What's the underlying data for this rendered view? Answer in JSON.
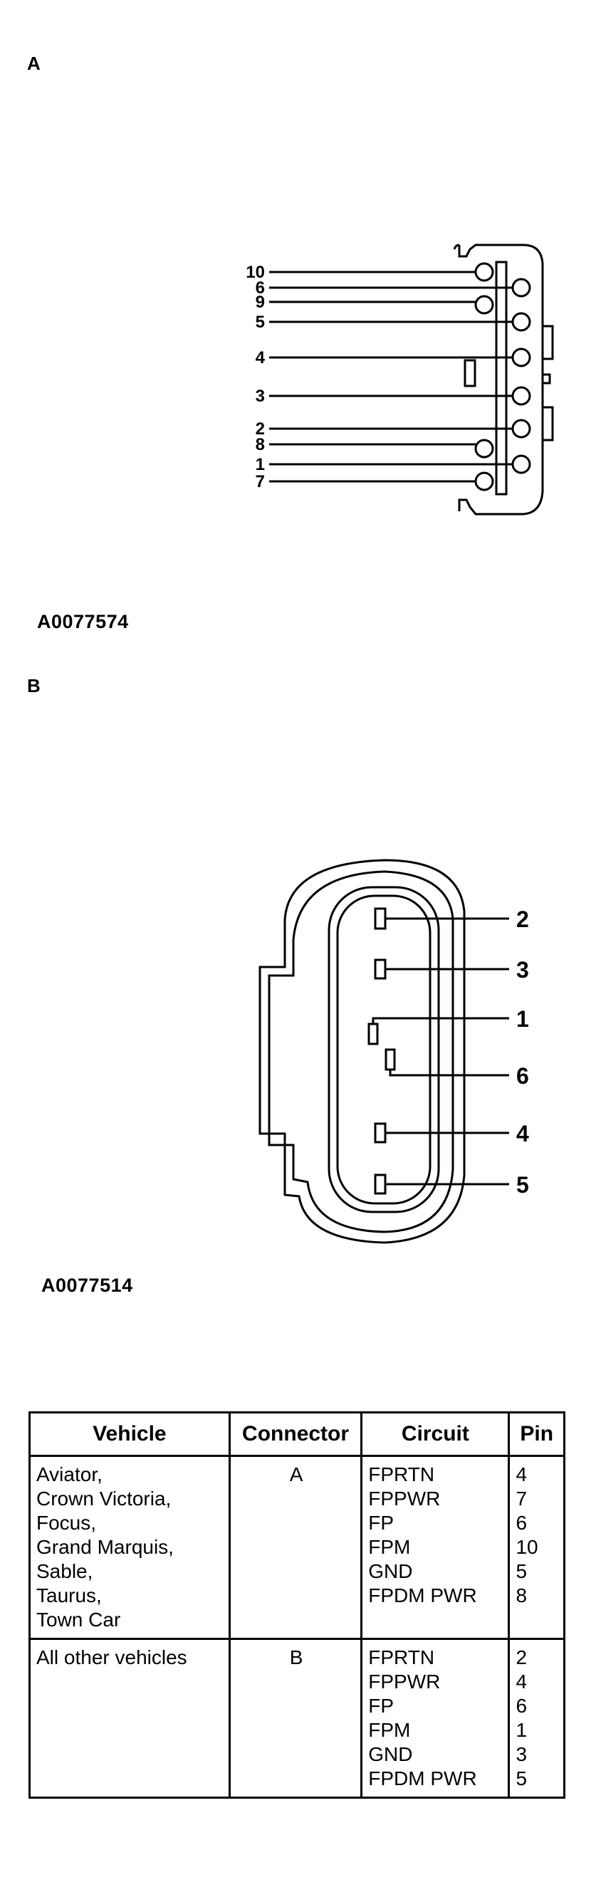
{
  "sections": {
    "a": {
      "label": "A",
      "figure_id": "A0077574",
      "pin_labels": [
        "10",
        "6",
        "9",
        "5",
        "4",
        "3",
        "2",
        "8",
        "1",
        "7"
      ]
    },
    "b": {
      "label": "B",
      "figure_id": "A0077514",
      "pin_labels": [
        "2",
        "3",
        "1",
        "6",
        "4",
        "5"
      ]
    }
  },
  "table": {
    "headers": {
      "vehicle": "Vehicle",
      "connector": "Connector",
      "circuit": "Circuit",
      "pin": "Pin"
    },
    "rows": [
      {
        "vehicle": [
          "Aviator,",
          "Crown Victoria,",
          "Focus,",
          "Grand Marquis,",
          "Sable,",
          "Taurus,",
          "Town Car"
        ],
        "connector": "A",
        "circuit": [
          "FPRTN",
          "FPPWR",
          "FP",
          "FPM",
          "GND",
          "FPDM PWR"
        ],
        "pin": [
          "4",
          "7",
          "6",
          "10",
          "5",
          "8"
        ]
      },
      {
        "vehicle": [
          "All other vehicles"
        ],
        "connector": "B",
        "circuit": [
          "FPRTN",
          "FPPWR",
          "FP",
          "FPM",
          "GND",
          "FPDM PWR"
        ],
        "pin": [
          "2",
          "4",
          "6",
          "1",
          "3",
          "5"
        ]
      }
    ]
  }
}
